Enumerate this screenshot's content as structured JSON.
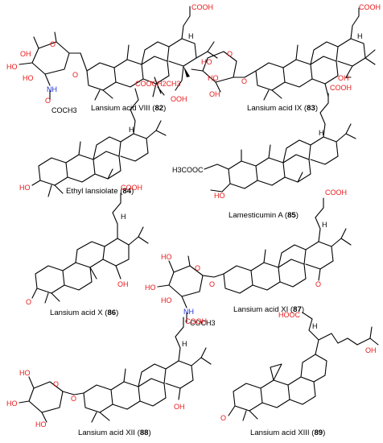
{
  "compounds": [
    {
      "name": "Lansium acid VIII",
      "number": "82"
    },
    {
      "name": "Lansium acid IX",
      "number": "83"
    },
    {
      "name": "Ethyl lansiolate",
      "number": "84"
    },
    {
      "name": "Lamesticumin A",
      "number": "85"
    },
    {
      "name": "Lansium acid X",
      "number": "86"
    },
    {
      "name": "Lansium acid XI",
      "number": "87"
    },
    {
      "name": "Lansium acid XII",
      "number": "88"
    },
    {
      "name": "Lansium acid XIII",
      "number": "89"
    }
  ],
  "atom_labels": {
    "cooh": "COOH",
    "cooet": "COOCH2CH3",
    "h3cooc": "H3COOC",
    "hooc": "HOOC",
    "ooh": "OOH",
    "oh": "OH",
    "ho": "HO",
    "o": "O",
    "nh": "NH",
    "acetyl": "COCH3",
    "h": "H"
  },
  "colors": {
    "oxygen": "#e8191a",
    "nitrogen": "#1a2fd6",
    "carbon": "#000000"
  }
}
